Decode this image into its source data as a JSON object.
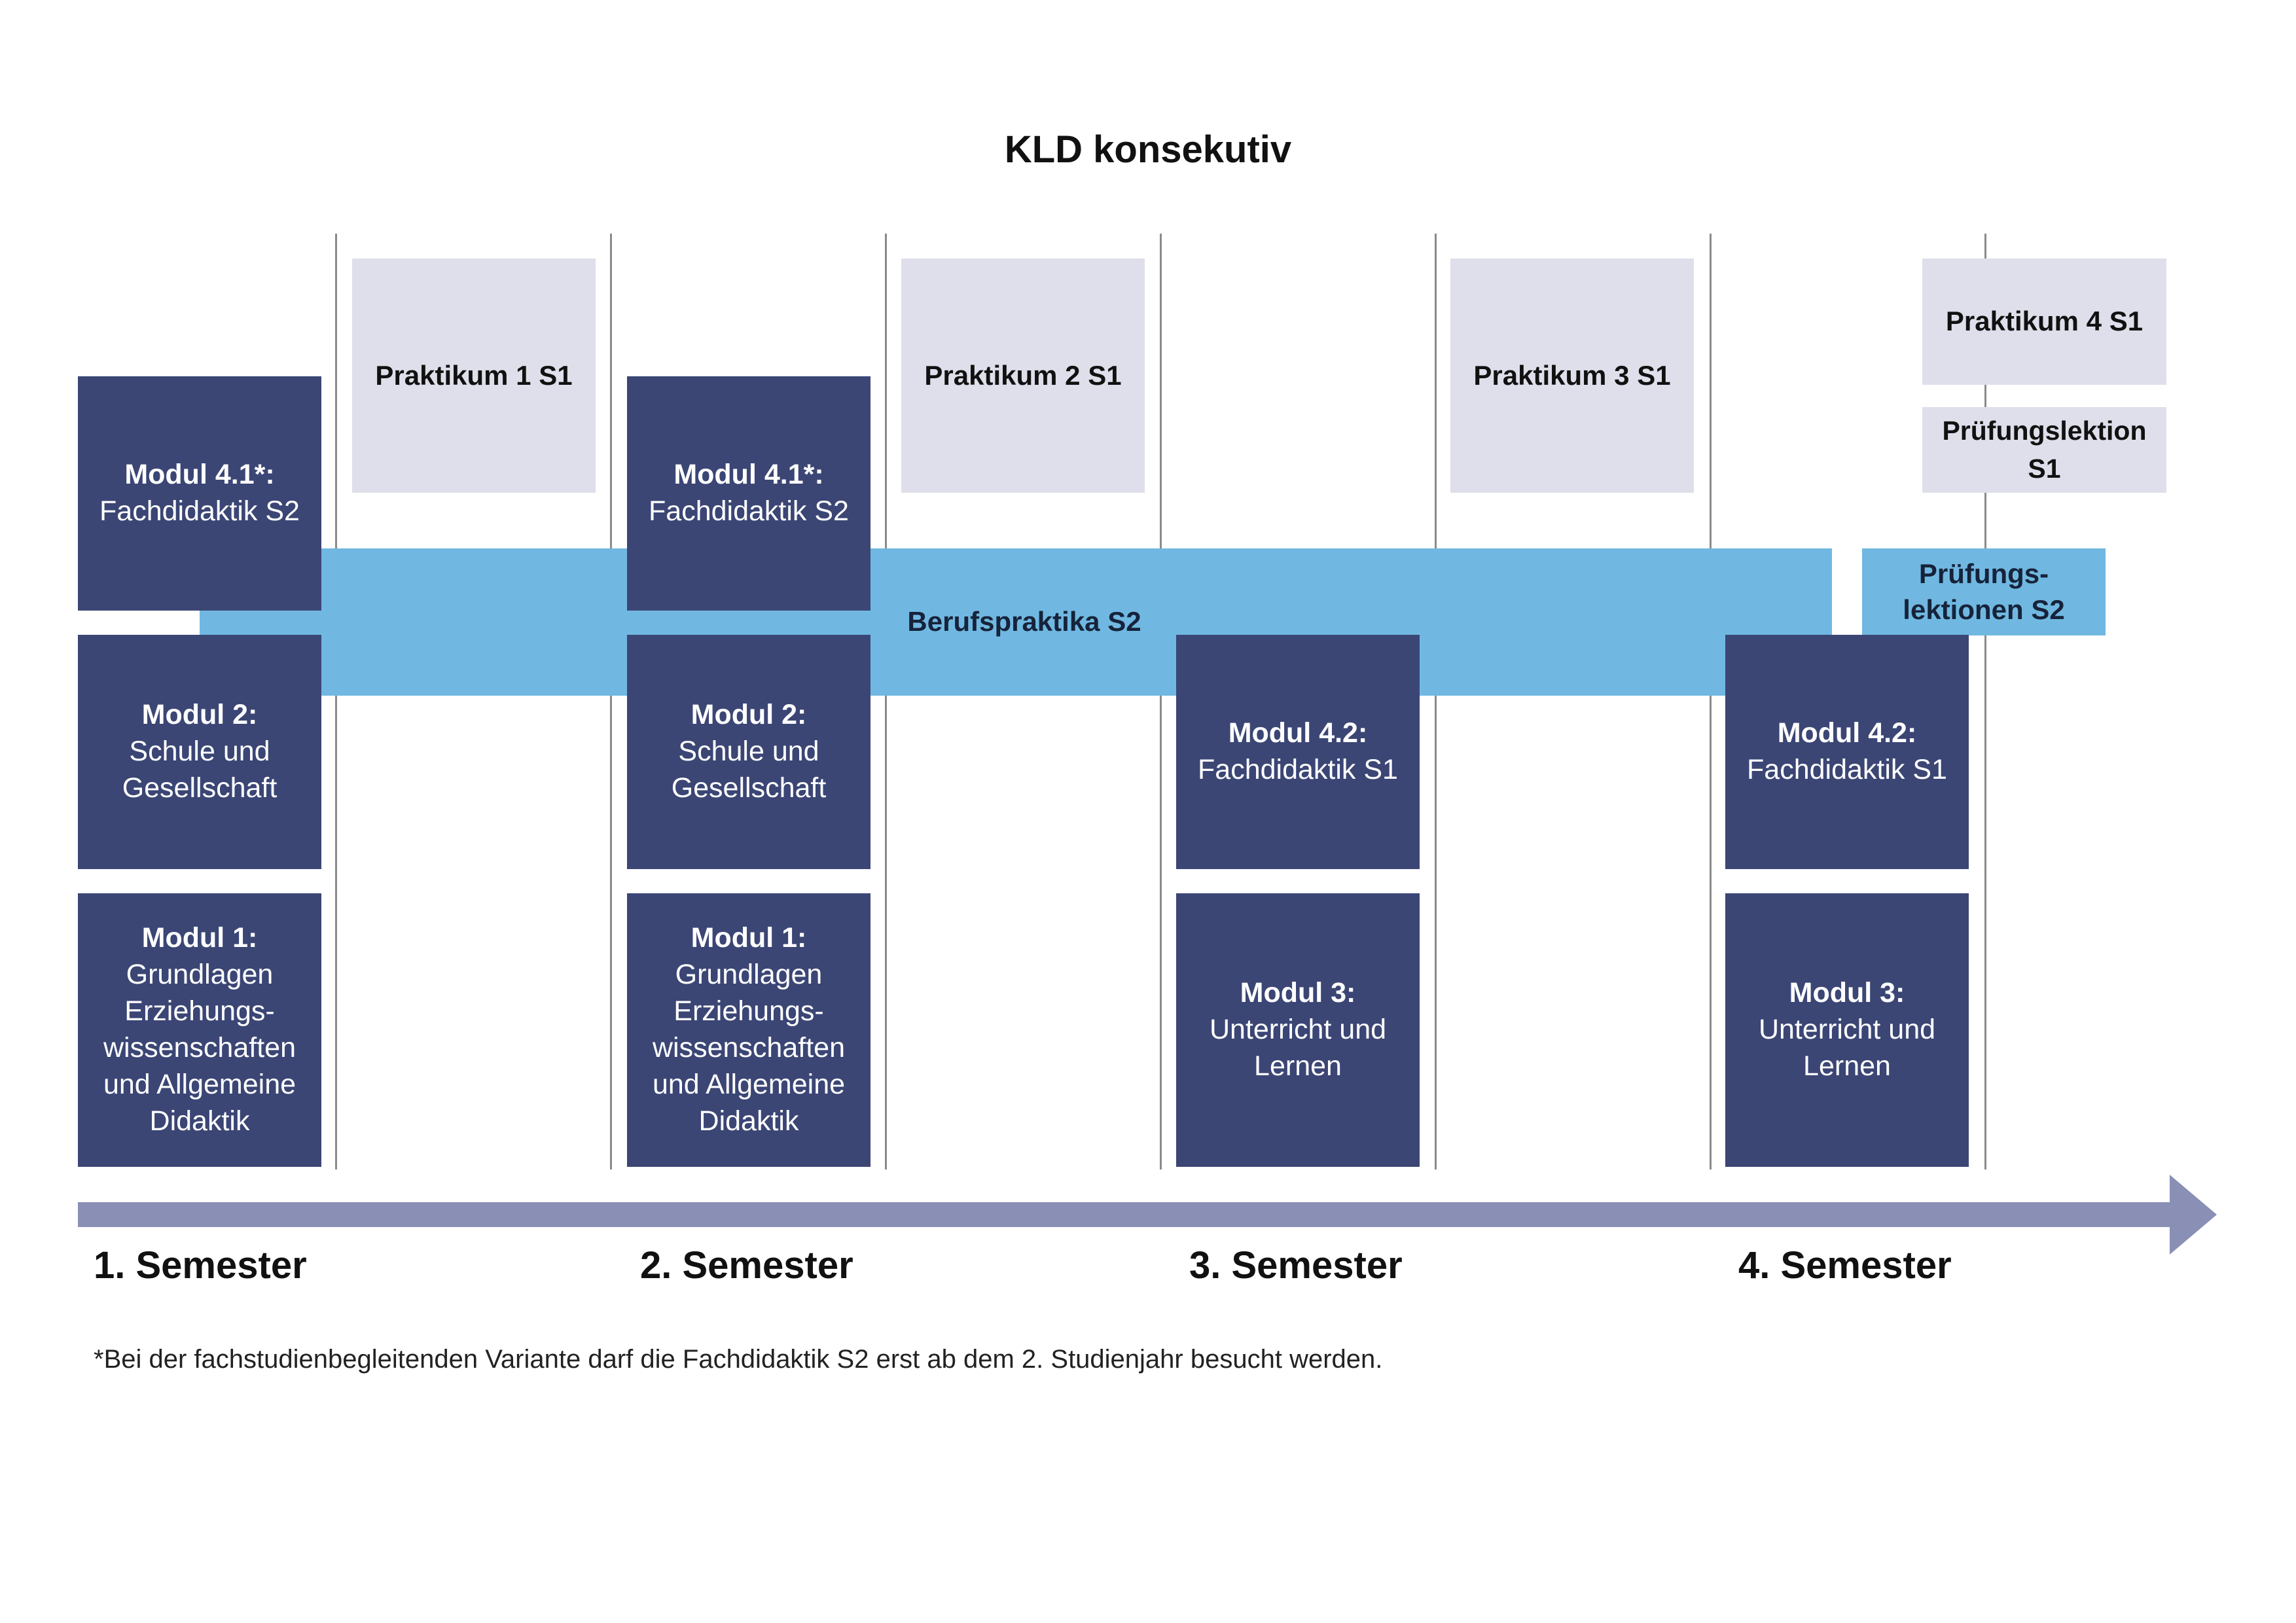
{
  "title": "KLD konsekutiv",
  "practica": {
    "p1": "Praktikum 1 S1",
    "p2": "Praktikum 2 S1",
    "p3": "Praktikum 3 S1",
    "p4": "Praktikum 4 S1",
    "pruefung_s1": "Prüfungslektion S1"
  },
  "band": {
    "label": "Berufspraktika S2",
    "pruefungen_s2": "Prüfungs- lektionen S2"
  },
  "modules": {
    "m41": {
      "head": "Modul 4.1*:",
      "sub": "Fachdidaktik S2"
    },
    "m2": {
      "head": "Modul 2:",
      "sub": "Schule und Gesellschaft"
    },
    "m1": {
      "head": "Modul 1:",
      "sub": "Grundlagen Erziehungs-wissenschaften und Allgemeine Didaktik"
    },
    "m42": {
      "head": "Modul 4.2:",
      "sub": "Fachdidaktik S1"
    },
    "m3": {
      "head": "Modul 3:",
      "sub": "Unterricht und Lernen"
    }
  },
  "semesters": [
    "1. Semester",
    "2. Semester",
    "3. Semester",
    "4. Semester"
  ],
  "footnote": "*Bei der fachstudienbegleitenden Variante darf die Fachdidaktik S2 erst ab dem 2. Studienjahr besucht werden.",
  "colors": {
    "module": "#3b4675",
    "practicum": "#dedfea",
    "band": "#70b8e1",
    "arrow": "#8a8fb5"
  }
}
